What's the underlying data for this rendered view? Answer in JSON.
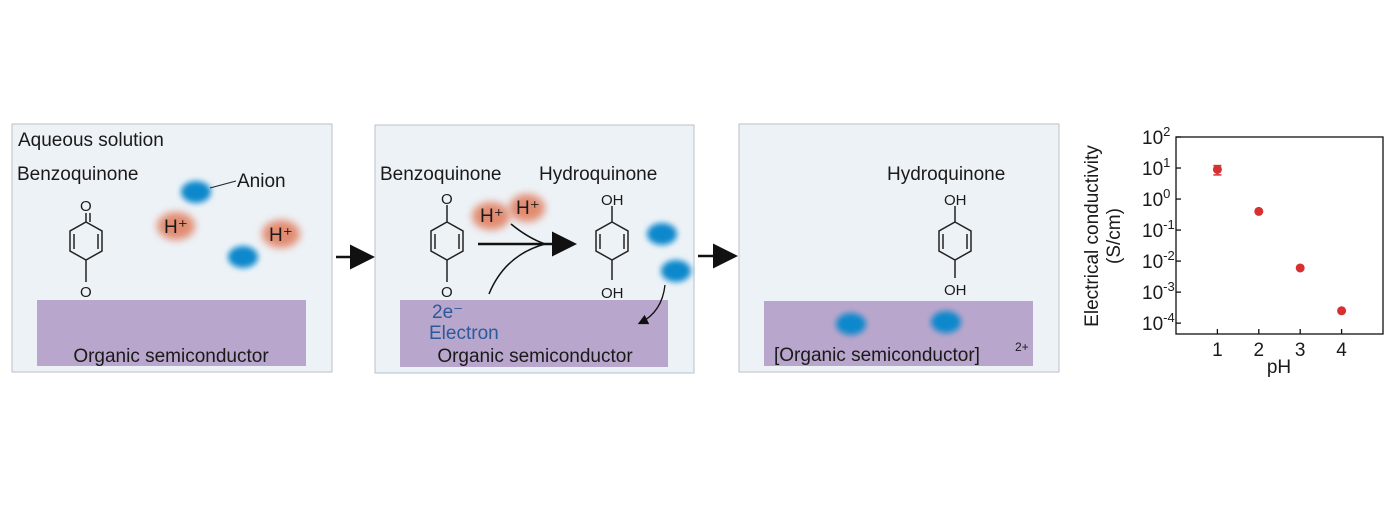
{
  "colors": {
    "panel_bg": "#edf2f7",
    "semiconductor": "#b9a6cc",
    "proton": "#e07a5a",
    "anion": "#1188cc",
    "electron_text": "#2a5a9a",
    "marker": "#d63030"
  },
  "panel1": {
    "title": "Aqueous solution",
    "molecule": "Benzoquinone",
    "anion_label": "Anion",
    "proton": "H⁺",
    "oxygen": "O",
    "semiconductor": "Organic semiconductor"
  },
  "panel2": {
    "molecule_left": "Benzoquinone",
    "molecule_right": "Hydroquinone",
    "proton": "H⁺",
    "electron_count": "2e⁻",
    "electron_label": "Electron",
    "oxygen": "O",
    "hydroxyl": "OH",
    "semiconductor": "Organic semiconductor"
  },
  "panel3": {
    "molecule": "Hydroquinone",
    "hydroxyl": "OH",
    "semiconductor": "[Organic semiconductor]",
    "charge": "2+"
  },
  "chart_data": {
    "type": "scatter",
    "xlabel": "pH",
    "ylabel": "Electrical conductivity",
    "ylabel_unit": "(S/cm)",
    "yscale": "log",
    "xlim": [
      0,
      5
    ],
    "ylim_log10": [
      -4.35,
      2
    ],
    "x_ticks": [
      "1",
      "2",
      "3",
      "4"
    ],
    "y_ticks": [
      {
        "base": "10",
        "exp": "2"
      },
      {
        "base": "10",
        "exp": "1"
      },
      {
        "base": "10",
        "exp": "0"
      },
      {
        "base": "10",
        "exp": "-1"
      },
      {
        "base": "10",
        "exp": "-2"
      },
      {
        "base": "10",
        "exp": "-3"
      },
      {
        "base": "10",
        "exp": "-4"
      }
    ],
    "points": [
      {
        "x": 1,
        "y": 9,
        "err_low": 6,
        "err_high": 12
      },
      {
        "x": 2,
        "y": 0.4
      },
      {
        "x": 3,
        "y": 0.006
      },
      {
        "x": 4,
        "y": 0.00025
      }
    ]
  }
}
